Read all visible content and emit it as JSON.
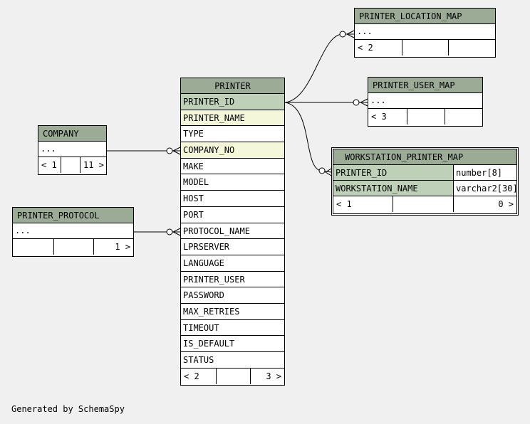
{
  "tables": {
    "printer": {
      "name": "PRINTER",
      "columns": [
        "PRINTER_ID",
        "PRINTER_NAME",
        "TYPE",
        "COMPANY_NO",
        "MAKE",
        "MODEL",
        "HOST",
        "PORT",
        "PROTOCOL_NAME",
        "LPRSERVER",
        "LANGUAGE",
        "PRINTER_USER",
        "PASSWORD",
        "MAX_RETRIES",
        "TIMEOUT",
        "IS_DEFAULT",
        "STATUS"
      ],
      "parents": "< 2",
      "children": "3 >"
    },
    "company": {
      "name": "COMPANY",
      "ellipsis": "...",
      "parents": "< 1",
      "children": "11 >"
    },
    "printer_protocol": {
      "name": "PRINTER_PROTOCOL",
      "ellipsis": "...",
      "parents": "",
      "children": "1 >"
    },
    "printer_location_map": {
      "name": "PRINTER_LOCATION_MAP",
      "ellipsis": "...",
      "parents": "< 2"
    },
    "printer_user_map": {
      "name": "PRINTER_USER_MAP",
      "ellipsis": "...",
      "parents": "< 3"
    },
    "workstation_printer_map": {
      "name": "WORKSTATION_PRINTER_MAP",
      "columns": [
        {
          "name": "PRINTER_ID",
          "type": "number[8]"
        },
        {
          "name": "WORKSTATION_NAME",
          "type": "varchar2[30]"
        }
      ],
      "parents": "< 1",
      "children": "0 >"
    }
  },
  "footer": "Generated by SchemaSpy"
}
